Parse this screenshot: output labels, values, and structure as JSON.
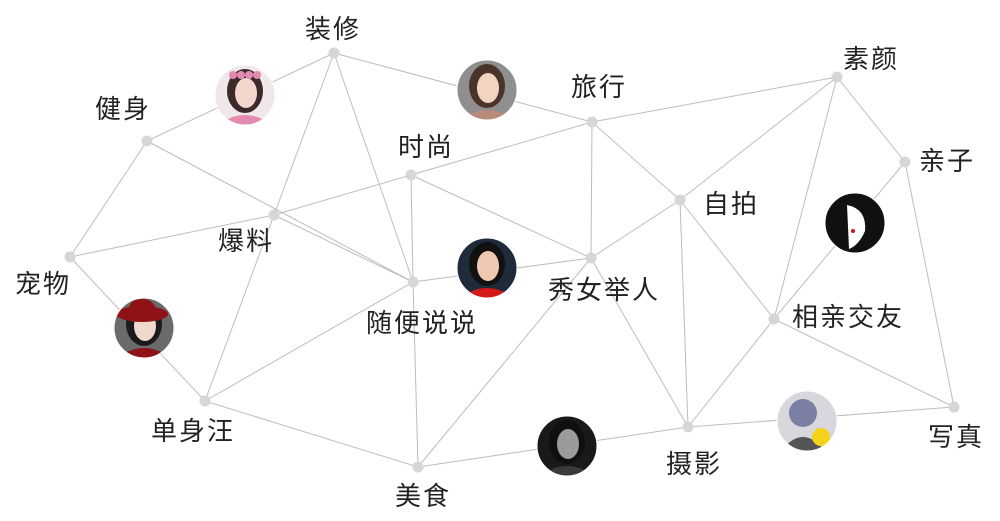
{
  "colors": {
    "edge": "#bdbdbd",
    "node": "#d6d6d6",
    "label": "#222222",
    "avatar_border": "#ffffff"
  },
  "nodes": [
    {
      "id": "zhuangxiu",
      "label": "装修"
    },
    {
      "id": "jianshen",
      "label": "健身"
    },
    {
      "id": "lvxing",
      "label": "旅行"
    },
    {
      "id": "suyan",
      "label": "素颜"
    },
    {
      "id": "shishang",
      "label": "时尚"
    },
    {
      "id": "qinzi",
      "label": "亲子"
    },
    {
      "id": "zipai",
      "label": "自拍"
    },
    {
      "id": "baoliao",
      "label": "爆料"
    },
    {
      "id": "chongwu",
      "label": "宠物"
    },
    {
      "id": "xiunv",
      "label": "秀女举人"
    },
    {
      "id": "suibian",
      "label": "随便说说"
    },
    {
      "id": "xiangqin",
      "label": "相亲交友"
    },
    {
      "id": "danshen",
      "label": "单身汪"
    },
    {
      "id": "xiezhen",
      "label": "写真"
    },
    {
      "id": "sheying",
      "label": "摄影"
    },
    {
      "id": "meishi",
      "label": "美食"
    }
  ],
  "edges": [
    [
      "zhuangxiu",
      "jianshen"
    ],
    [
      "zhuangxiu",
      "lvxing"
    ],
    [
      "zhuangxiu",
      "baoliao"
    ],
    [
      "zhuangxiu",
      "suibian"
    ],
    [
      "jianshen",
      "chongwu"
    ],
    [
      "jianshen",
      "suibian"
    ],
    [
      "lvxing",
      "suyan"
    ],
    [
      "lvxing",
      "shishang"
    ],
    [
      "lvxing",
      "zipai"
    ],
    [
      "lvxing",
      "xiunv"
    ],
    [
      "suyan",
      "qinzi"
    ],
    [
      "suyan",
      "zipai"
    ],
    [
      "suyan",
      "xiangqin"
    ],
    [
      "shishang",
      "baoliao"
    ],
    [
      "shishang",
      "suibian"
    ],
    [
      "shishang",
      "xiunv"
    ],
    [
      "qinzi",
      "xiangqin"
    ],
    [
      "qinzi",
      "xiezhen"
    ],
    [
      "zipai",
      "xiunv"
    ],
    [
      "zipai",
      "xiangqin"
    ],
    [
      "zipai",
      "sheying"
    ],
    [
      "baoliao",
      "chongwu"
    ],
    [
      "baoliao",
      "suibian"
    ],
    [
      "baoliao",
      "danshen"
    ],
    [
      "chongwu",
      "danshen"
    ],
    [
      "xiunv",
      "suibian"
    ],
    [
      "xiunv",
      "sheying"
    ],
    [
      "xiunv",
      "meishi"
    ],
    [
      "suibian",
      "danshen"
    ],
    [
      "suibian",
      "meishi"
    ],
    [
      "xiangqin",
      "xiezhen"
    ],
    [
      "xiangqin",
      "sheying"
    ],
    [
      "danshen",
      "meishi"
    ],
    [
      "xiezhen",
      "sheying"
    ],
    [
      "sheying",
      "meishi"
    ]
  ],
  "avatars": [
    {
      "id": "avatar-flower-crown",
      "bg": "#efe7ea",
      "face": "#f2d6cc",
      "hair": "#3b2a2a",
      "accent": "#e28ab0"
    },
    {
      "id": "avatar-brunette",
      "bg": "#8f8f8f",
      "face": "#f1d4c2",
      "hair": "#4a3328",
      "accent": "#b98a7a"
    },
    {
      "id": "avatar-red-hat",
      "bg": "#6b6b6b",
      "face": "#efd9cf",
      "hair": "#1b1b1b",
      "accent": "#8f1216"
    },
    {
      "id": "avatar-red-top",
      "bg": "#1f2a3a",
      "face": "#efc9b1",
      "hair": "#111111",
      "accent": "#d51818"
    },
    {
      "id": "avatar-ink-sketch",
      "bg": "#111111",
      "face": "#ffffff",
      "hair": "#111111",
      "accent": "#c21d1d"
    },
    {
      "id": "avatar-dark-portrait",
      "bg": "#191919",
      "face": "#9a9a9a",
      "hair": "#0f0f0f",
      "accent": "#3a3a3a"
    },
    {
      "id": "avatar-illustration",
      "bg": "#d7d7dd",
      "face": "#7b7fa3",
      "hair": "#555555",
      "accent": "#f5d21a"
    }
  ]
}
